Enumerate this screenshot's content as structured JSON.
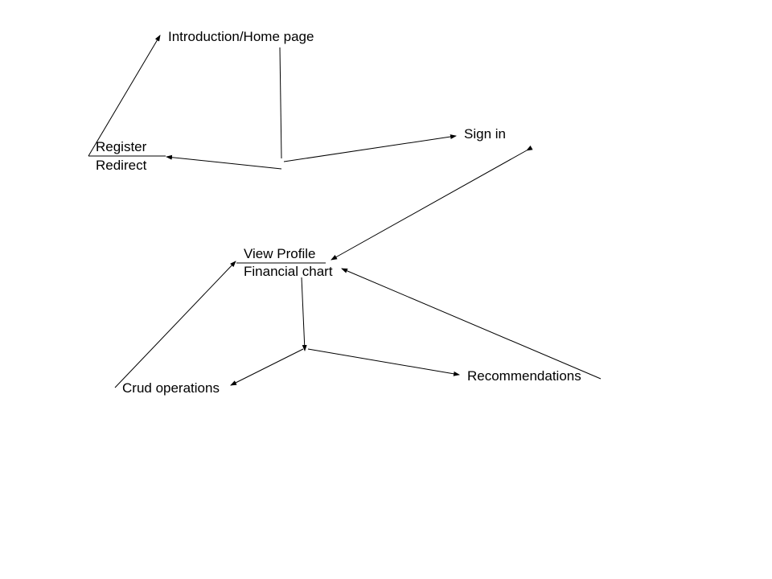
{
  "diagram": {
    "nodes": {
      "intro": "Introduction/Home page",
      "sign_in": "Sign in",
      "register": "Register",
      "redirect": "Redirect",
      "view_profile": "View Profile",
      "financial_chart": "Financial chart",
      "crud": "Crud operations",
      "recommendations": "Recommendations"
    },
    "line_color": "#000000"
  }
}
